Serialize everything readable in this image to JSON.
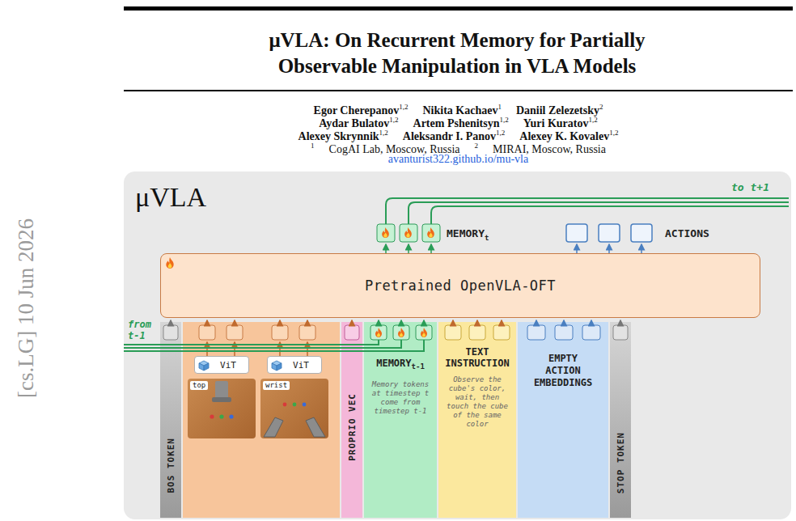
{
  "diagram": {
    "title": "μVLA: On Recurrent Memory for Partially Observable Manipulation in VLA Models",
    "nodes": [
      {
        "text": [
          "μVLA"
        ]
      },
      {
        "text": [
          "Pretrained OpenVLA-OFT"
        ],
        "in": 0
      },
      {
        "text": [
          "BOS TOKEN"
        ],
        "in": 0
      },
      {
        "text": [
          "ViT"
        ],
        "in": 0
      },
      {
        "text": [
          "ViT"
        ],
        "in": 0
      },
      {
        "text": [
          "top"
        ],
        "in": 0
      },
      {
        "text": [
          "wrist"
        ],
        "in": 0
      },
      {
        "text": [
          "PROPRIO VEC"
        ],
        "in": 0
      },
      {
        "text": [
          "MEMORY",
          "t-1",
          "Memory tokens at timestep t come from timestep t-1"
        ],
        "in": 0
      },
      {
        "text": [
          "TEXT INSTRUCTION",
          "Observe the cube's color, wait, then touch the cube of the same color"
        ],
        "in": 0
      },
      {
        "text": [
          "EMPTY ACTION EMBEDDINGS"
        ],
        "in": 0
      },
      {
        "text": [
          "STOP TOKEN"
        ],
        "in": 0
      }
    ],
    "labels": [
      "[cs.LG] 10 Jun 2026",
      "Egor Cherepanov",
      "1,2",
      "Nikita Kachaev",
      "1",
      "Daniil Zelezetsky",
      "2",
      "Aydar Bulatov",
      "1,2",
      "Artem Pshenitsyn",
      "1,2",
      "Yuri Kuratov",
      "1,2",
      "Alexey Skrynnik",
      "1,2",
      "Aleksandr I. Panov",
      "1,2",
      "Alexey K. Kovalev",
      "1,2",
      "1",
      "CogAI Lab, Moscow, Russia",
      "2",
      "MIRAI, Moscow, Russia",
      "avanturist322.github.io/mu-vla",
      "MEMORY",
      "t",
      "ACTIONS",
      "to t+1",
      "from t-1"
    ]
  }
}
